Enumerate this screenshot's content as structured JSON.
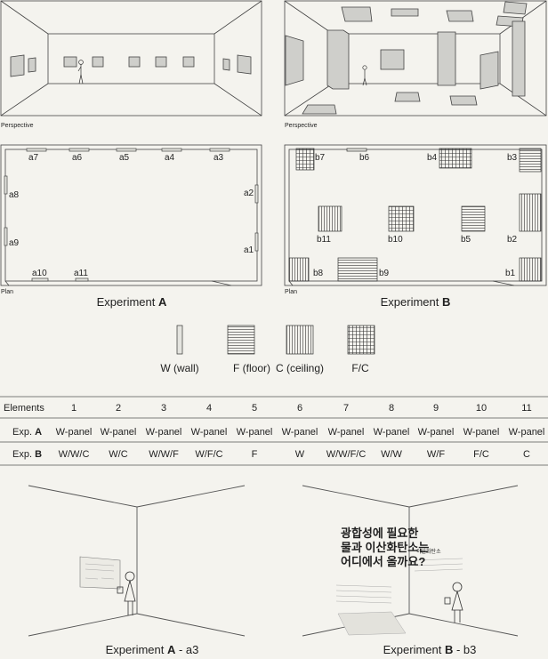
{
  "perspective_label": "Perspective",
  "plan_label": "Plan",
  "experiments": {
    "a": {
      "prefix": "Experiment ",
      "suffix": "A"
    },
    "b": {
      "prefix": "Experiment ",
      "suffix": "B"
    }
  },
  "plan_a_labels": {
    "a1": "a1",
    "a2": "a2",
    "a3": "a3",
    "a4": "a4",
    "a5": "a5",
    "a6": "a6",
    "a7": "a7",
    "a8": "a8",
    "a9": "a9",
    "a10": "a10",
    "a11": "a11"
  },
  "plan_b_labels": {
    "b1": "b1",
    "b2": "b2",
    "b3": "b3",
    "b4": "b4",
    "b5": "b5",
    "b6": "b6",
    "b7": "b7",
    "b8": "b8",
    "b9": "b9",
    "b10": "b10",
    "b11": "b11"
  },
  "legend": {
    "w": "W (wall)",
    "f": "F (floor)",
    "c": "C (ceiling)",
    "fc": "F/C"
  },
  "table": {
    "header_label": "Elements",
    "columns": [
      "1",
      "2",
      "3",
      "4",
      "5",
      "6",
      "7",
      "8",
      "9",
      "10",
      "11"
    ],
    "row_a_label": "Exp. ",
    "row_a_letter": "A",
    "row_a": [
      "W-panel",
      "W-panel",
      "W-panel",
      "W-panel",
      "W-panel",
      "W-panel",
      "W-panel",
      "W-panel",
      "W-panel",
      "W-panel",
      "W-panel"
    ],
    "row_b_label": "Exp. ",
    "row_b_letter": "B",
    "row_b": [
      "W/W/C",
      "W/C",
      "W/W/F",
      "W/F/C",
      "F",
      "W",
      "W/W/F/C",
      "W/W",
      "W/F",
      "F/C",
      "C"
    ]
  },
  "bottom_captions": {
    "a_prefix": "Experiment ",
    "a_letter": "A",
    "a_suffix": " - a3",
    "b_prefix": "Experiment ",
    "b_letter": "B",
    "b_suffix": " - b3"
  },
  "korean_text": {
    "line1": "광합성에 필요한",
    "line2": "물과 이산화탄소는",
    "line3": "어디에서 올까요?",
    "panel_title": "이산화탄소"
  }
}
